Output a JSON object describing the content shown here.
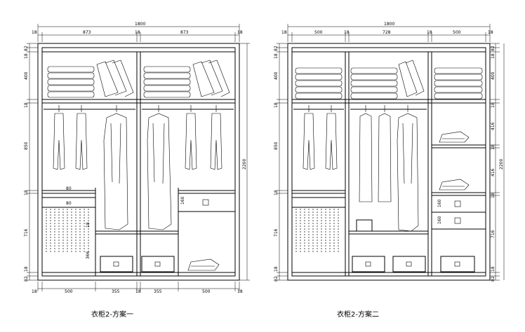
{
  "drawings": [
    {
      "caption": "衣柜2-方案一",
      "top_total": "1800",
      "top_dims": [
        "18",
        "873",
        "18",
        "873",
        "18"
      ],
      "bottom_dims": [
        "18",
        "500",
        "355",
        "18",
        "355",
        "500",
        "18"
      ],
      "left_dims": [
        "82",
        "18",
        "400",
        "18",
        "850",
        "18",
        "716",
        "18",
        "82"
      ],
      "right_total": "2200",
      "inner_dims": [
        "80",
        "160",
        "18",
        "366"
      ]
    },
    {
      "caption": "衣柜2-方案二",
      "top_total": "1800",
      "top_dims": [
        "18",
        "500",
        "18",
        "728",
        "18",
        "500",
        "18"
      ],
      "left_dims": [
        "82",
        "18",
        "400",
        "18",
        "850",
        "18",
        "716",
        "18",
        "82"
      ],
      "right_dims": [
        "82",
        "18",
        "400",
        "18",
        "416",
        "18",
        "416",
        "18",
        "716",
        "18",
        "82"
      ],
      "right_total": "2200",
      "inner_dims": [
        "160",
        "160"
      ]
    }
  ]
}
